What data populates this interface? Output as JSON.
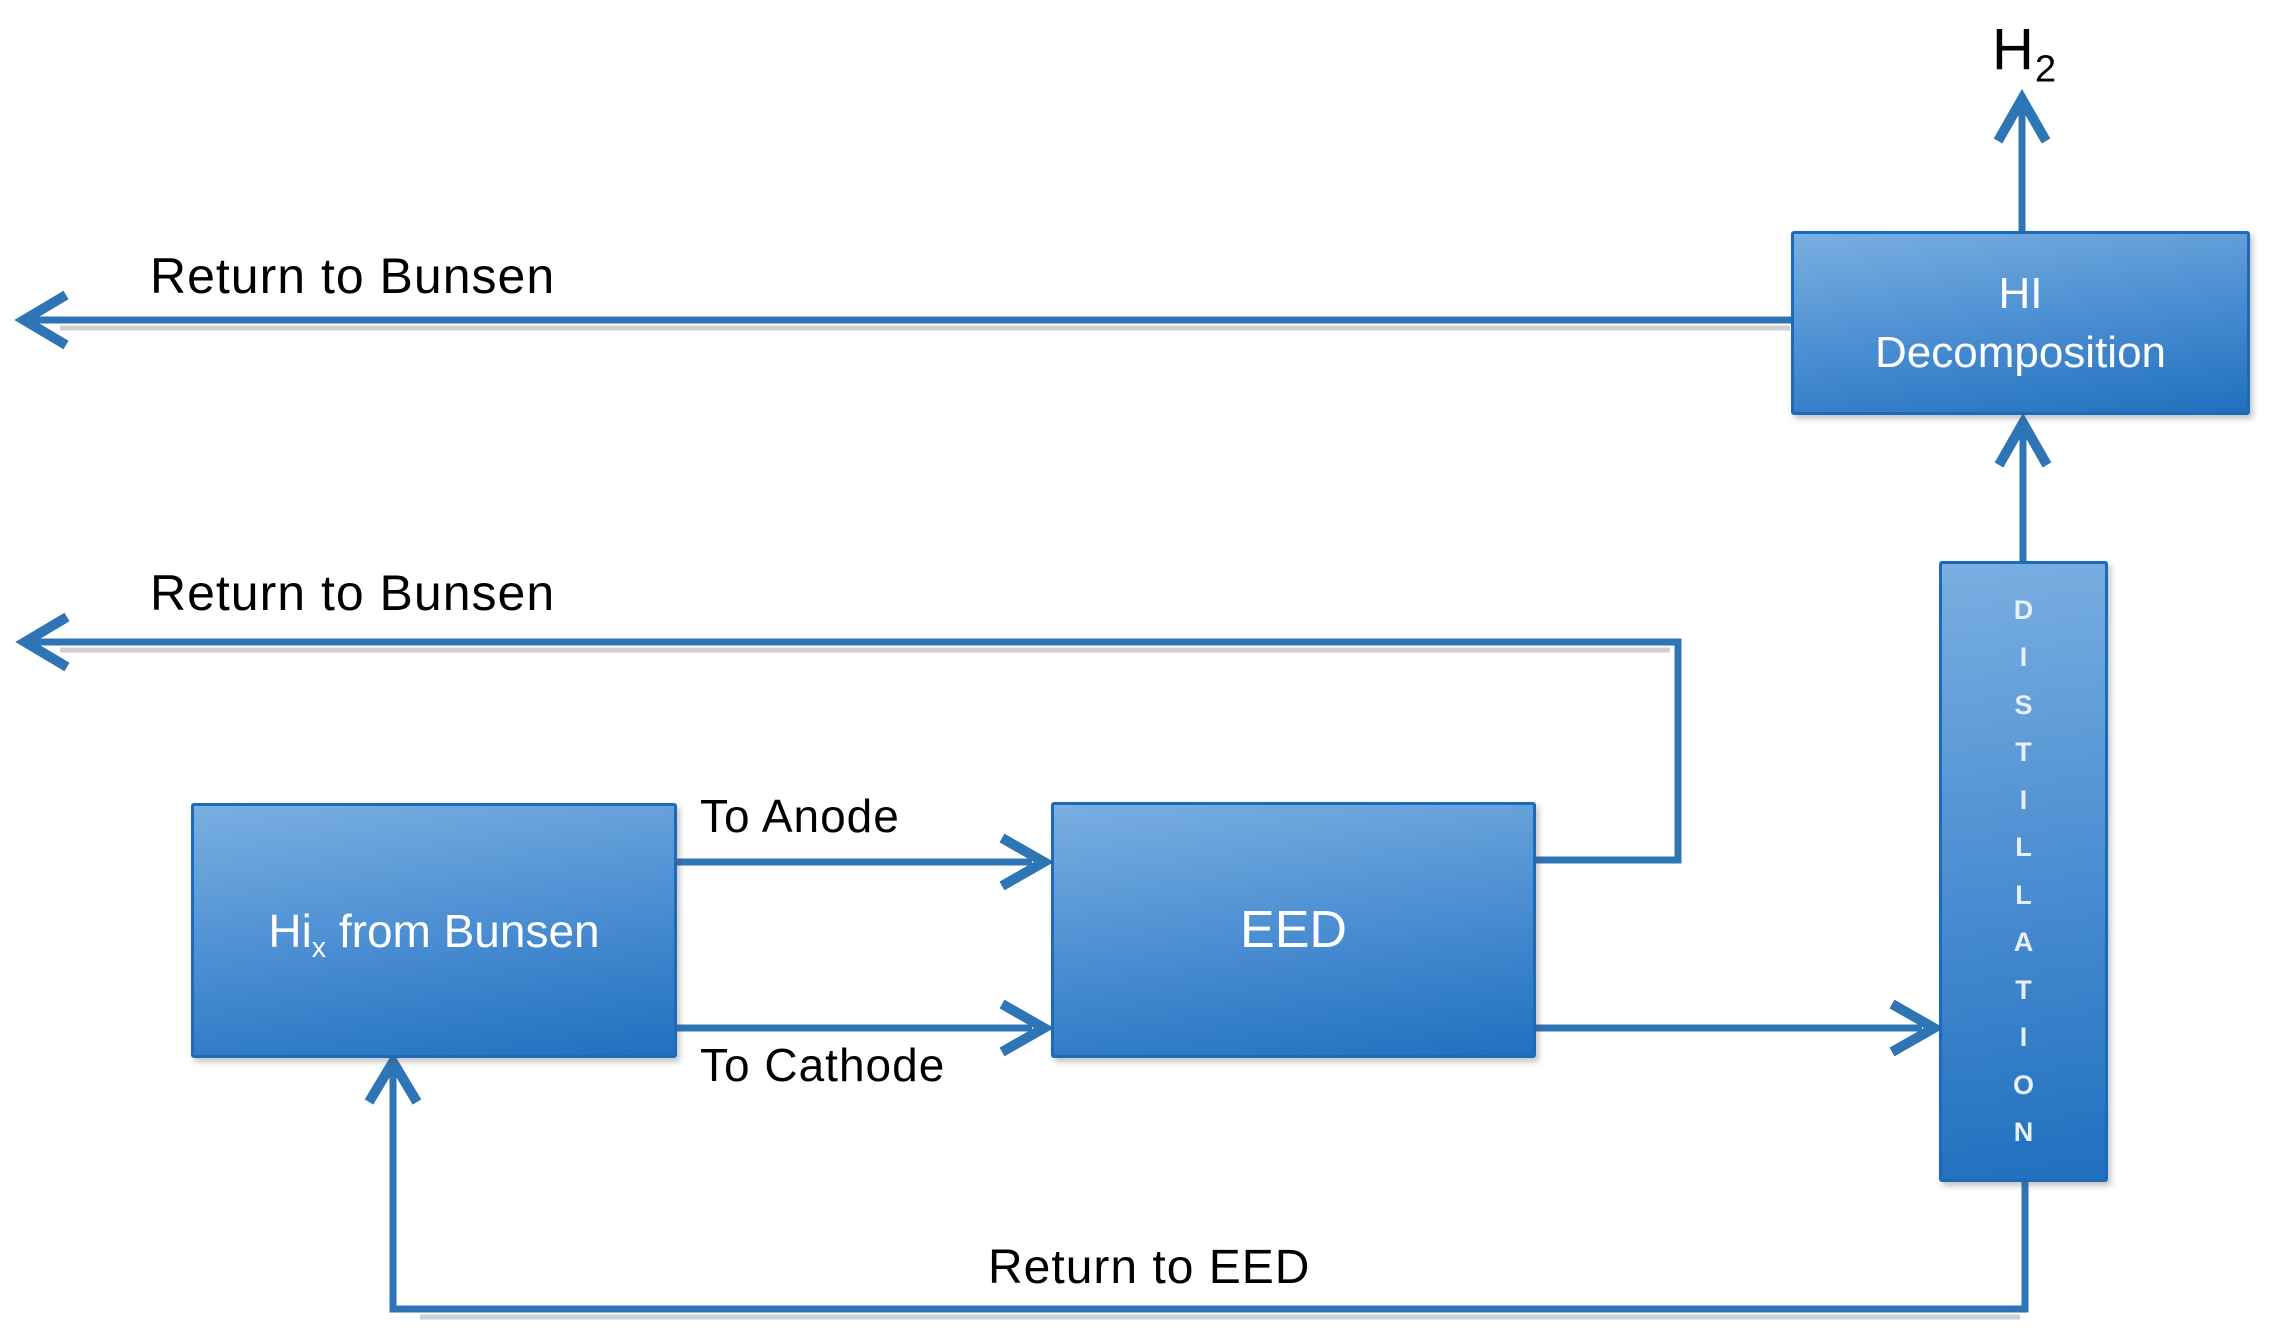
{
  "diagram_title": "HIx processing flow (EED / Distillation / HI Decomposition loop)",
  "colors": {
    "connector": "#2E75B6",
    "box_border": "#1C6AB8",
    "box_top": "#79AFE1",
    "box_mid": "#4A8DD2",
    "box_bottom": "#2070BE",
    "text_on_box": "#FFFFFF",
    "label_text": "#000000",
    "canvas_bg": "#FFFFFF"
  },
  "boxes": {
    "hix": {
      "label_main": "Hi",
      "label_subscript": "x",
      "label_rest": " from Bunsen"
    },
    "eed": {
      "label": "EED"
    },
    "hi_decomp": {
      "line1": "HI",
      "line2": "Decomposition"
    },
    "distillation": {
      "letters": [
        "D",
        "I",
        "S",
        "T",
        "I",
        "L",
        "L",
        "A",
        "T",
        "I",
        "O",
        "N"
      ]
    }
  },
  "labels": {
    "return_to_bunsen_top": "Return to Bunsen",
    "return_to_bunsen_mid": "Return to Bunsen",
    "to_anode": "To Anode",
    "to_cathode": "To Cathode",
    "return_to_eed": "Return to EED",
    "h2_main": "H",
    "h2_subscript": "2"
  }
}
